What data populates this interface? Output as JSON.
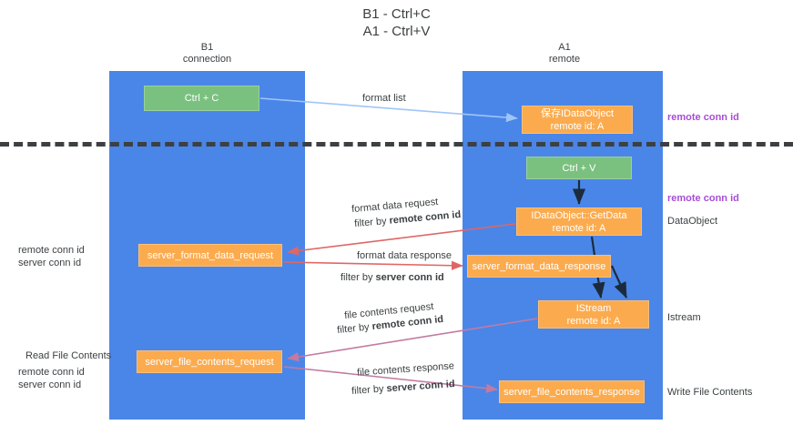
{
  "title": {
    "line1": "B1 - Ctrl+C",
    "line2": "A1 - Ctrl+V"
  },
  "colors": {
    "lane": "#4a86e8",
    "green_node": "#7ac17f",
    "orange_node": "#fbab4e",
    "purple_text": "#a64dd6",
    "green_text": "#6aa84f",
    "arrow_blue": "#9fc5f8",
    "arrow_red": "#e06666",
    "arrow_magenta": "#c27ba0",
    "arrow_dark": "#1c2b3a",
    "divider": "#3c4043",
    "text": "#3c4043"
  },
  "lanes": [
    {
      "id": "b1",
      "name": "B1",
      "role": "connection"
    },
    {
      "id": "a1",
      "name": "A1",
      "role": "remote"
    }
  ],
  "nodes": {
    "ctrl_c": {
      "line1": "Ctrl + C",
      "line2": ""
    },
    "save_ido": {
      "line1": "保存IDataObject",
      "line2": "remote id: A"
    },
    "ctrl_v": {
      "line1": "Ctrl + V",
      "line2": ""
    },
    "get_data": {
      "line1": "IDataObject::GetData",
      "line2": "remote id: A"
    },
    "sfd_req": {
      "line1": "server_format_data_request",
      "line2": ""
    },
    "sfd_res": {
      "line1": "server_format_data_response",
      "line2": ""
    },
    "istream": {
      "line1": "IStream",
      "line2": "remote id: A"
    },
    "sfc_req": {
      "line1": "server_file_contents_request",
      "line2": ""
    },
    "sfc_res": {
      "line1": "server_file_contents_response",
      "line2": ""
    }
  },
  "annotations": {
    "remote_conn_id_top": "remote conn id",
    "remote_conn_id_mid": "remote conn id",
    "dataobject": "DataObject",
    "istream": "Istream",
    "write_file_contents": "Write File Contents",
    "read_file_contents": "Read File Contents",
    "left_remote_conn_id_1": "remote conn id",
    "left_server_conn_id_1": "server conn id",
    "left_remote_conn_id_2": "remote conn id",
    "left_server_conn_id_2": "server conn id"
  },
  "edge_labels": {
    "format_list": "format list",
    "format_data_request": "format data request",
    "filter_by_prefix": "filter by",
    "remote_conn_id": "remote conn id",
    "server_conn_id": "server conn id",
    "format_data_response": "format data response",
    "file_contents_request": "file contents request",
    "file_contents_response": "file contents response"
  }
}
